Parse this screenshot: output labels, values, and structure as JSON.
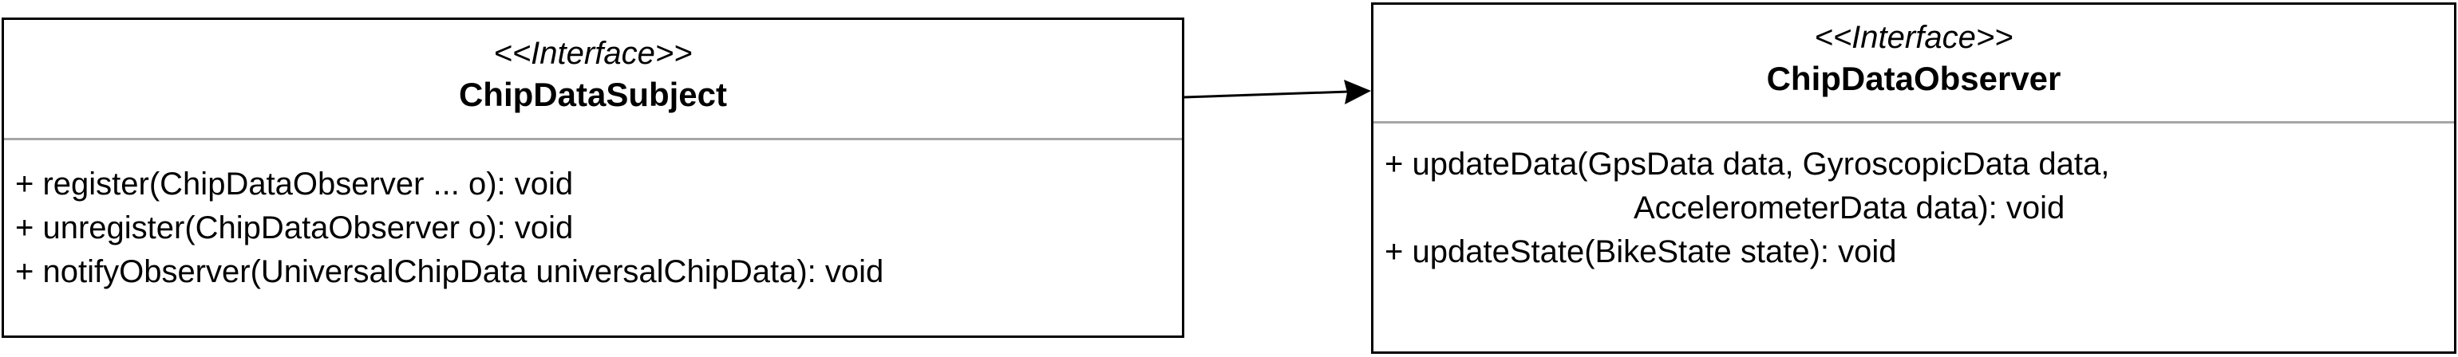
{
  "subject": {
    "stereotype": "<<Interface>>",
    "name": "ChipDataSubject",
    "operations": [
      "+ register(ChipDataObserver ... o): void",
      "+ unregister(ChipDataObserver o): void",
      "+ notifyObserver(UniversalChipData universalChipData): void"
    ]
  },
  "observer": {
    "stereotype": "<<Interface>>",
    "name": "ChipDataObserver",
    "operations": [
      {
        "line1": "+ updateData(GpsData data, GyroscopicData data,",
        "line2": "AccelerometerData data): void"
      },
      {
        "line1": "+ updateState(BikeState state): void"
      }
    ]
  },
  "association": {
    "from": "ChipDataSubject",
    "to": "ChipDataObserver",
    "type": "directed-association"
  }
}
